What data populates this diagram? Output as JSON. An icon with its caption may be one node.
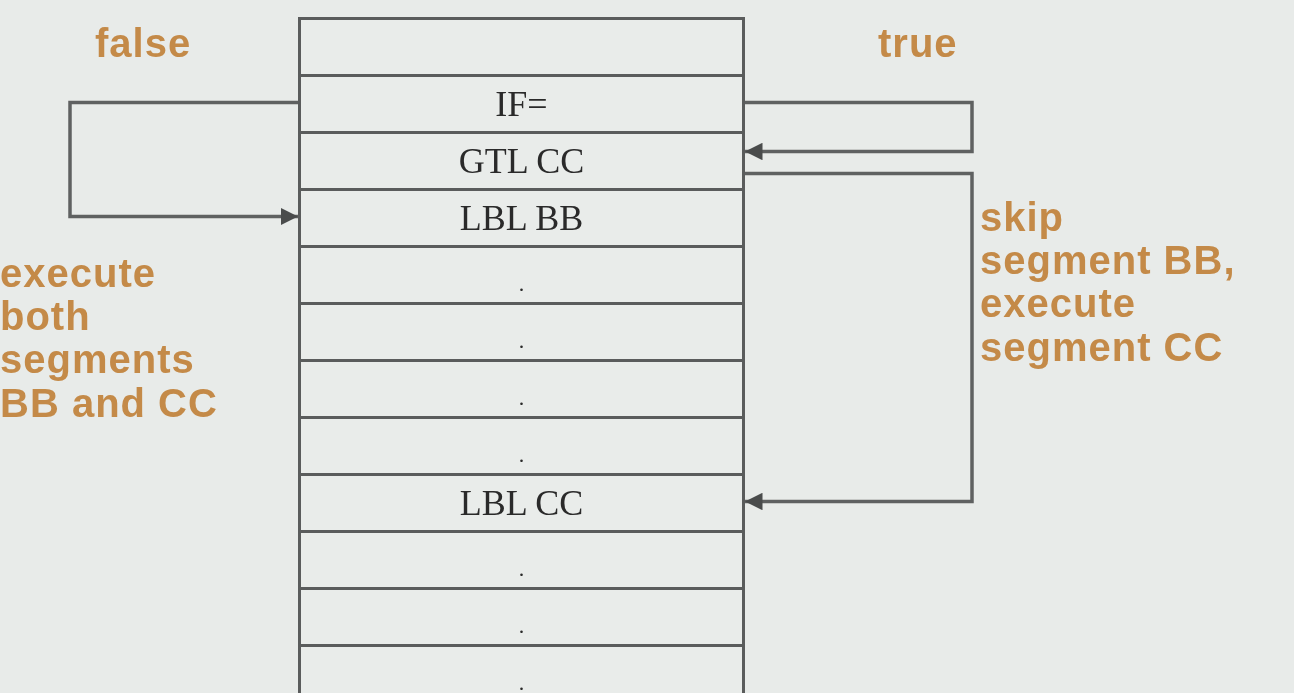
{
  "diagram": {
    "nodes": [
      {
        "text": [],
        "shape": "box"
      },
      {
        "text": [
          "IF="
        ]
      },
      {
        "text": [
          "GTL CC"
        ]
      },
      {
        "text": [
          "LBL BB"
        ]
      },
      {
        "text": [
          "."
        ]
      },
      {
        "text": [
          "."
        ]
      },
      {
        "text": [
          "."
        ]
      },
      {
        "text": [
          "."
        ]
      },
      {
        "text": [
          "LBL CC"
        ]
      },
      {
        "text": [
          "."
        ]
      },
      {
        "text": [
          "."
        ]
      },
      {
        "text": [
          "."
        ]
      }
    ],
    "edges": [
      {
        "from": 1,
        "to": 3,
        "arrow": "to",
        "label": "false"
      },
      {
        "from": 1,
        "to": 2,
        "arrow": "to",
        "label": "true"
      },
      {
        "from": 2,
        "to": 8,
        "arrow": "to",
        "label": "skip segment BB, execute segment CC"
      }
    ],
    "labels": [
      "execute both segments BB and CC"
    ]
  }
}
